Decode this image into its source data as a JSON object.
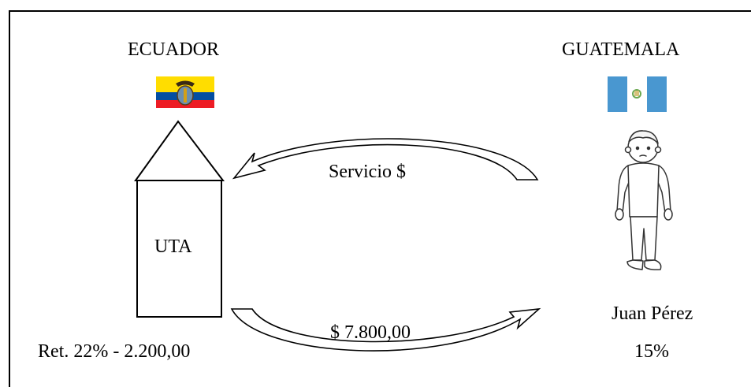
{
  "left_country": {
    "name": "ECUADOR",
    "flag": "ecuador-flag",
    "flag_colors": [
      "#ffdd00",
      "#034ea2",
      "#ed1c24"
    ]
  },
  "right_country": {
    "name": "GUATEMALA",
    "flag": "guatemala-flag",
    "flag_colors": [
      "#4997d0",
      "#ffffff"
    ]
  },
  "building": {
    "label": "UTA"
  },
  "person": {
    "name": "Juan Pérez",
    "icon": "person-figure"
  },
  "top_arrow": {
    "label": "Servicio $"
  },
  "bottom_arrow": {
    "label": "$ 7.800,00"
  },
  "retention": {
    "label": "Ret. 22% - 2.200,00"
  },
  "person_rate": {
    "label": "15%"
  }
}
